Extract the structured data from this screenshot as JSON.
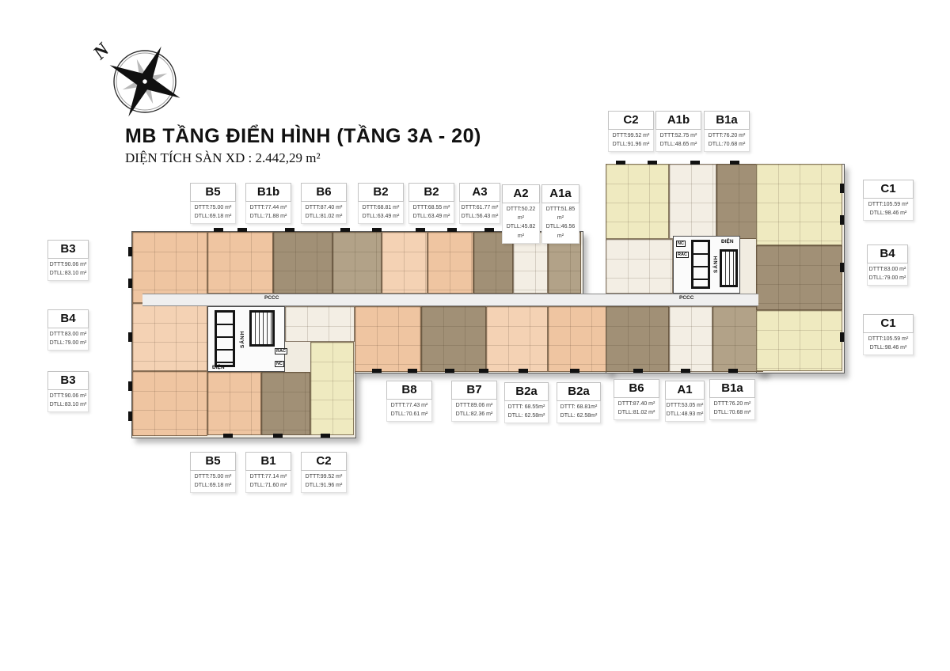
{
  "title": "MB TẦNG ĐIỂN HÌNH (TẦNG 3A - 20)",
  "subtitle": "DIỆN TÍCH SÀN XD : 2.442,29 m²",
  "compass_letter": "N",
  "core": {
    "lobby": "SẢNH",
    "electric": "ĐIỆN",
    "trash": "RÁC",
    "nc": "NC",
    "fire": "PCCC"
  },
  "colors": {
    "peach": "#efc5a1",
    "peach2": "#f4d2b4",
    "brown": "#a19076",
    "brown2": "#b2a288",
    "cream": "#f3eee4",
    "yellow": "#efeac0",
    "corridor": "#efefef"
  },
  "unit_labels": [
    {
      "id": "c2-tr",
      "name": "C2",
      "dttt": "DTTT:99.52 m²",
      "dtll": "DTLL:91.96 m²"
    },
    {
      "id": "a1b",
      "name": "A1b",
      "dttt": "DTTT:52.75 m²",
      "dtll": "DTLL:48.65 m²"
    },
    {
      "id": "b1a-tr",
      "name": "B1a",
      "dttt": "DTTT:76.20 m²",
      "dtll": "DTLL:70.68 m²"
    },
    {
      "id": "b5-t",
      "name": "B5",
      "dttt": "DTTT:75.00 m²",
      "dtll": "DTLL:69.18 m²"
    },
    {
      "id": "b1b",
      "name": "B1b",
      "dttt": "DTTT:77.44 m²",
      "dtll": "DTLL:71.88 m²"
    },
    {
      "id": "b6-t",
      "name": "B6",
      "dttt": "DTTT:87.40 m²",
      "dtll": "DTLL:81.02 m²"
    },
    {
      "id": "b2-1",
      "name": "B2",
      "dttt": "DTTT:68.81 m²",
      "dtll": "DTLL:63.49 m²"
    },
    {
      "id": "b2-2",
      "name": "B2",
      "dttt": "DTTT:68.55 m²",
      "dtll": "DTLL:63.49 m²"
    },
    {
      "id": "a3",
      "name": "A3",
      "dttt": "DTTT:61.77 m²",
      "dtll": "DTLL:56.43 m²"
    },
    {
      "id": "a2",
      "name": "A2",
      "dttt": "DTTT:50.22 m²",
      "dtll": "DTLL:45.82 m²"
    },
    {
      "id": "a1a",
      "name": "A1a",
      "dttt": "DTTT:51.85 m²",
      "dtll": "DTLL:46.56 m²"
    },
    {
      "id": "b3-1",
      "name": "B3",
      "dttt": "DTTT:90.06 m²",
      "dtll": "DTLL:83.10 m²"
    },
    {
      "id": "b4-l",
      "name": "B4",
      "dttt": "DTTT:83.00 m²",
      "dtll": "DTLL:79.00 m²"
    },
    {
      "id": "b3-2",
      "name": "B3",
      "dttt": "DTTT:90.06 m²",
      "dtll": "DTLL:83.10 m²"
    },
    {
      "id": "c1-1",
      "name": "C1",
      "dttt": "DTTT:105.59 m²",
      "dtll": "DTLL:98.46 m²"
    },
    {
      "id": "b4-r",
      "name": "B4",
      "dttt": "DTTT:83.00 m²",
      "dtll": "DTLL:79.00 m²"
    },
    {
      "id": "c1-2",
      "name": "C1",
      "dttt": "DTTT:105.59 m²",
      "dtll": "DTLL:98.46 m²"
    },
    {
      "id": "b8",
      "name": "B8",
      "dttt": "DTTT:77.43 m²",
      "dtll": "DTLL:70.61 m²"
    },
    {
      "id": "b7",
      "name": "B7",
      "dttt": "DTTT:89.06 m²",
      "dtll": "DTLL:82.36 m²"
    },
    {
      "id": "b2a-1",
      "name": "B2a",
      "dttt": "DTTT: 68.55m²",
      "dtll": "DTLL: 62.58m²"
    },
    {
      "id": "b2a-2",
      "name": "B2a",
      "dttt": "DTTT: 68.81m²",
      "dtll": "DTLL: 62.58m²"
    },
    {
      "id": "b6-b",
      "name": "B6",
      "dttt": "DTTT:87.40 m²",
      "dtll": "DTLL:81.02 m²"
    },
    {
      "id": "a1",
      "name": "A1",
      "dttt": "DTTT:53.05 m²",
      "dtll": "DTLL:48.93 m²"
    },
    {
      "id": "b1a-b",
      "name": "B1a",
      "dttt": "DTTT:76.20 m²",
      "dtll": "DTLL:70.68 m²"
    },
    {
      "id": "b5-b",
      "name": "B5",
      "dttt": "DTTT:75.00 m²",
      "dtll": "DTLL:69.18 m²"
    },
    {
      "id": "b1",
      "name": "B1",
      "dttt": "DTTT:77.14 m²",
      "dtll": "DTLL:71.60 m²"
    },
    {
      "id": "c2-b",
      "name": "C2",
      "dttt": "DTTT:99.52 m²",
      "dtll": "DTLL:91.96 m²"
    }
  ]
}
